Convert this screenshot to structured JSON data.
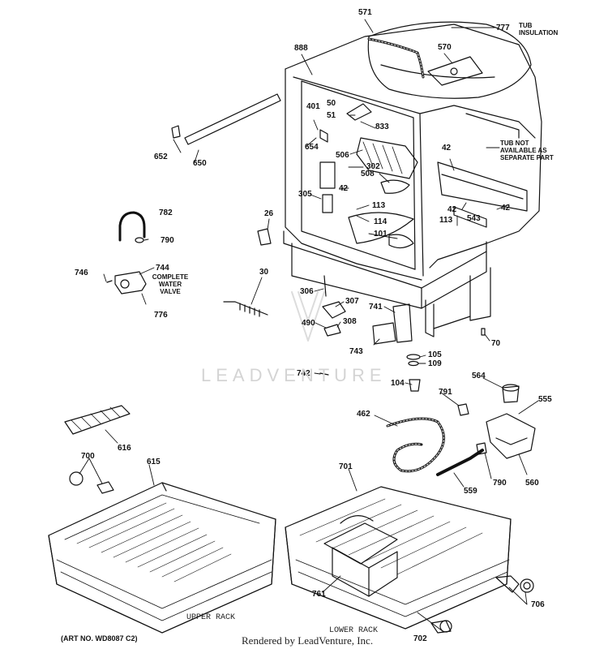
{
  "callouts": {
    "p571": "571",
    "p777": "777",
    "p888": "888",
    "p570": "570",
    "p60": "50",
    "p51": "51",
    "p401": "401",
    "p833": "833",
    "p654": "654",
    "p506": "506",
    "p302": "302",
    "p42a": "42",
    "p42b": "42",
    "p42c": "42",
    "p42d": "42",
    "p508": "508",
    "p305": "305",
    "p113a": "113",
    "p113b": "113",
    "p543": "543",
    "p114": "114",
    "p101": "101",
    "p652": "652",
    "p650": "650",
    "p782": "782",
    "p790a": "790",
    "p26": "26",
    "p746": "746",
    "p744": "744",
    "p776": "776",
    "p30": "30",
    "p306": "306",
    "p307": "307",
    "p741": "741",
    "p490": "490",
    "p308": "308",
    "p70": "70",
    "p743": "743",
    "p105": "105",
    "p109": "109",
    "p742": "742",
    "p104": "104",
    "p564": "564",
    "p555": "555",
    "p791": "791",
    "p462": "462",
    "p616": "616",
    "p700": "700",
    "p615": "615",
    "p701": "701",
    "p790b": "790",
    "p560": "560",
    "p559": "559",
    "p761": "761",
    "p706": "706",
    "p702": "702"
  },
  "notes": {
    "tub_insulation_1": "TUB",
    "tub_insulation_2": "INSULATION",
    "tub_na_1": "TUB NOT",
    "tub_na_2": "AVAILABLE AS",
    "tub_na_3": "SEPARATE PART",
    "valve_1": "COMPLETE",
    "valve_2": "WATER",
    "valve_3": "VALVE"
  },
  "captions": {
    "upper_rack": "UPPER RACK",
    "lower_rack": "LOWER RACK",
    "art_no": "(ART NO. WD8087 C2)",
    "rendered_by": "Rendered by LeadVenture, Inc.",
    "watermark": "LEADVENTURE"
  }
}
